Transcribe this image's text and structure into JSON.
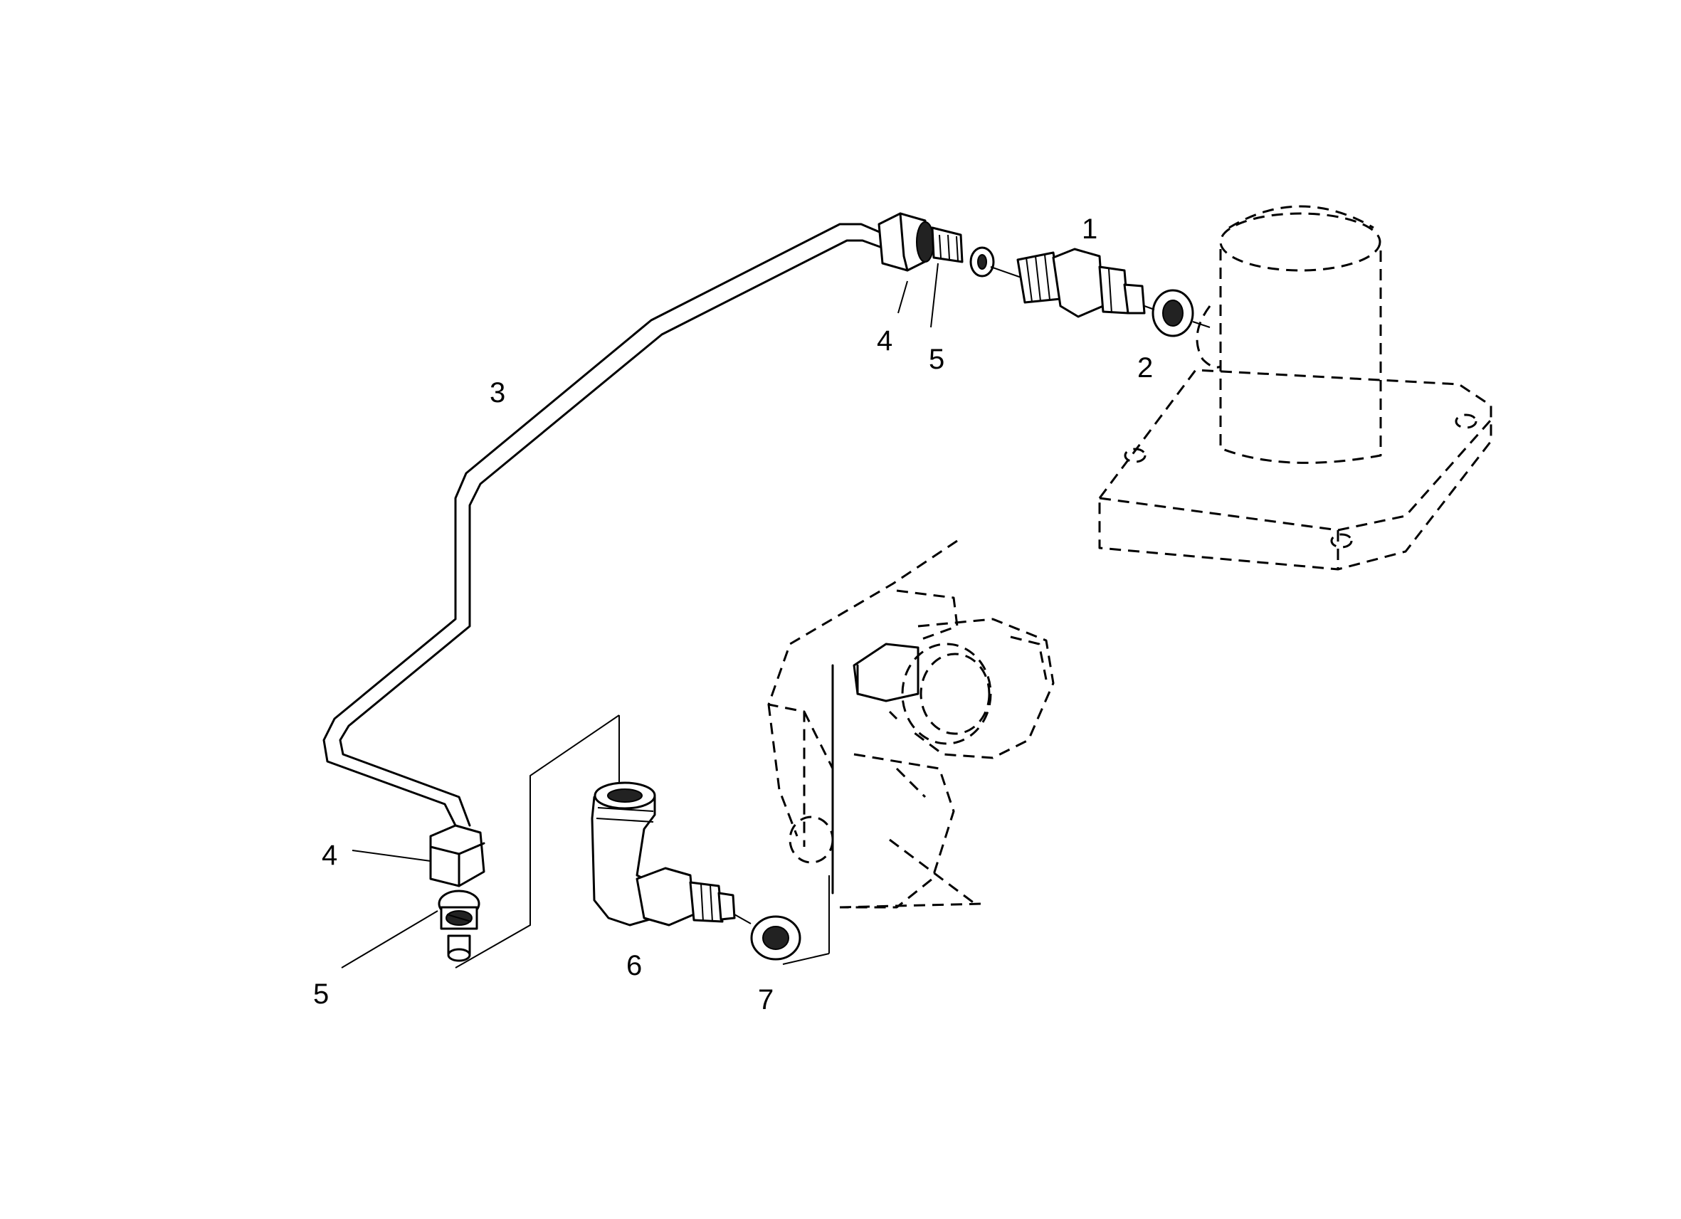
{
  "diagram": {
    "callouts": [
      {
        "id": "callout-1",
        "text": "1"
      },
      {
        "id": "callout-2",
        "text": "2"
      },
      {
        "id": "callout-3",
        "text": "3"
      },
      {
        "id": "callout-4-top",
        "text": "4"
      },
      {
        "id": "callout-5-top",
        "text": "5"
      },
      {
        "id": "callout-4-bottom",
        "text": "4"
      },
      {
        "id": "callout-5-bottom",
        "text": "5"
      },
      {
        "id": "callout-6",
        "text": "6"
      },
      {
        "id": "callout-7",
        "text": "7"
      }
    ],
    "colors": {
      "line": "#000000",
      "background": "#ffffff"
    }
  }
}
